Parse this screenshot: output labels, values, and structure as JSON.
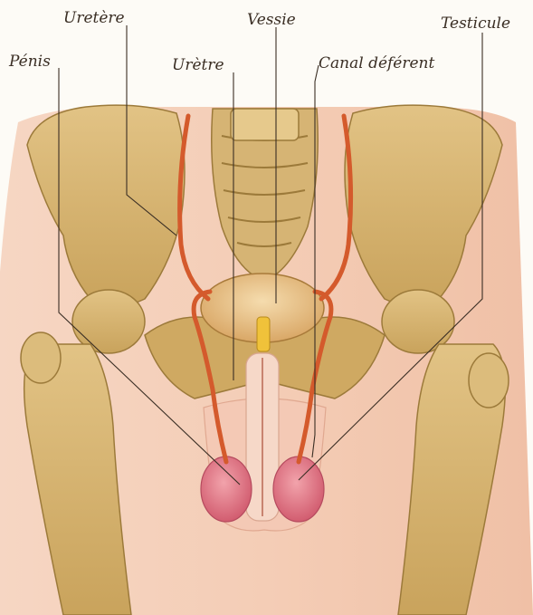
{
  "labels": {
    "uretere": "Uretère",
    "vessie": "Vessie",
    "testicule": "Testicule",
    "penis": "Pénis",
    "uretre": "Urètre",
    "canal_deferent": "Canal déférent"
  },
  "colors": {
    "background": "#fdfbf6",
    "skin": "#f2c6ad",
    "bone": "#d9b877",
    "bone_shadow": "#a8843f",
    "vessel": "#d45a2c",
    "bladder": "#e8c28a",
    "testicle": "#e07a86",
    "leader_line": "#3a2e24"
  }
}
